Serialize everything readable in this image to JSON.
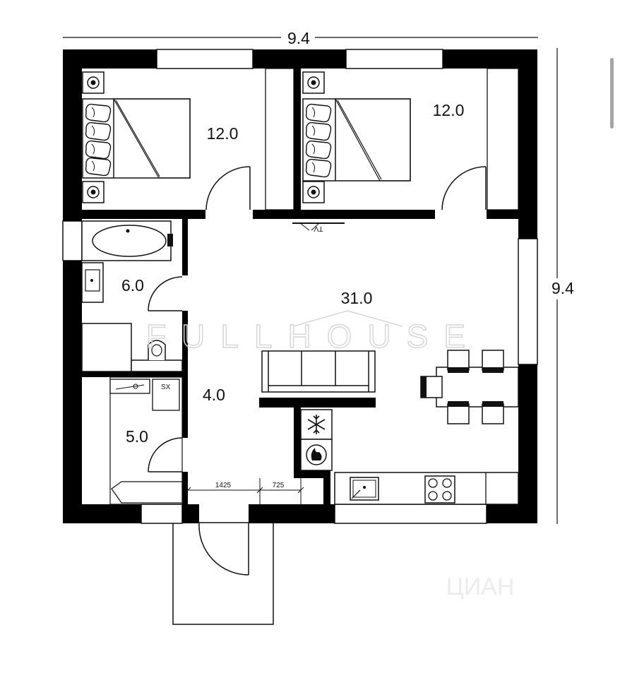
{
  "dimensions": {
    "top": "9.4",
    "right": "9.4"
  },
  "rooms": {
    "bedroom_left": "12.0",
    "bedroom_right": "12.0",
    "bathroom": "6.0",
    "living_room": "31.0",
    "hallway": "4.0",
    "shower_room": "5.0"
  },
  "measurements": {
    "corridor_width": "1425",
    "niche_width": "725"
  },
  "appliance_labels": {
    "tv": "TV",
    "washer": "SX"
  },
  "watermarks": {
    "brand": "FULLHOUSE",
    "listing": "ЦИАН"
  },
  "icons": [
    "snowflake-icon",
    "fire-icon",
    "sink-icon",
    "stove-icon",
    "bed-icon",
    "bathtub-icon",
    "toilet-icon"
  ],
  "colors": {
    "walls": "#000000",
    "lines": "#111111",
    "background": "#ffffff"
  }
}
